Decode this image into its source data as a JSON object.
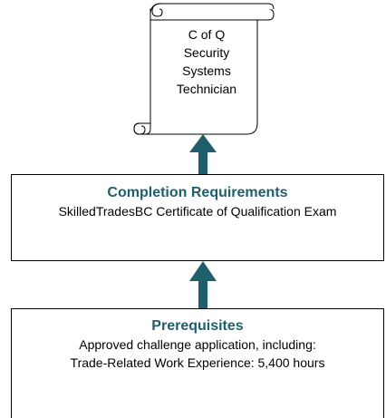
{
  "certificate": {
    "lines": [
      "C of Q",
      "Security",
      "Systems",
      "Technician"
    ]
  },
  "completion": {
    "title": "Completion Requirements",
    "text": "SkilledTradesBC Certificate of Qualification Exam"
  },
  "prerequisites": {
    "title": "Prerequisites",
    "lines": [
      "Approved challenge application, including:",
      "Trade-Related Work Experience: 5,400 hours"
    ]
  },
  "colors": {
    "accent": "#1f5f6b",
    "arrow": "#1f5f6b"
  }
}
